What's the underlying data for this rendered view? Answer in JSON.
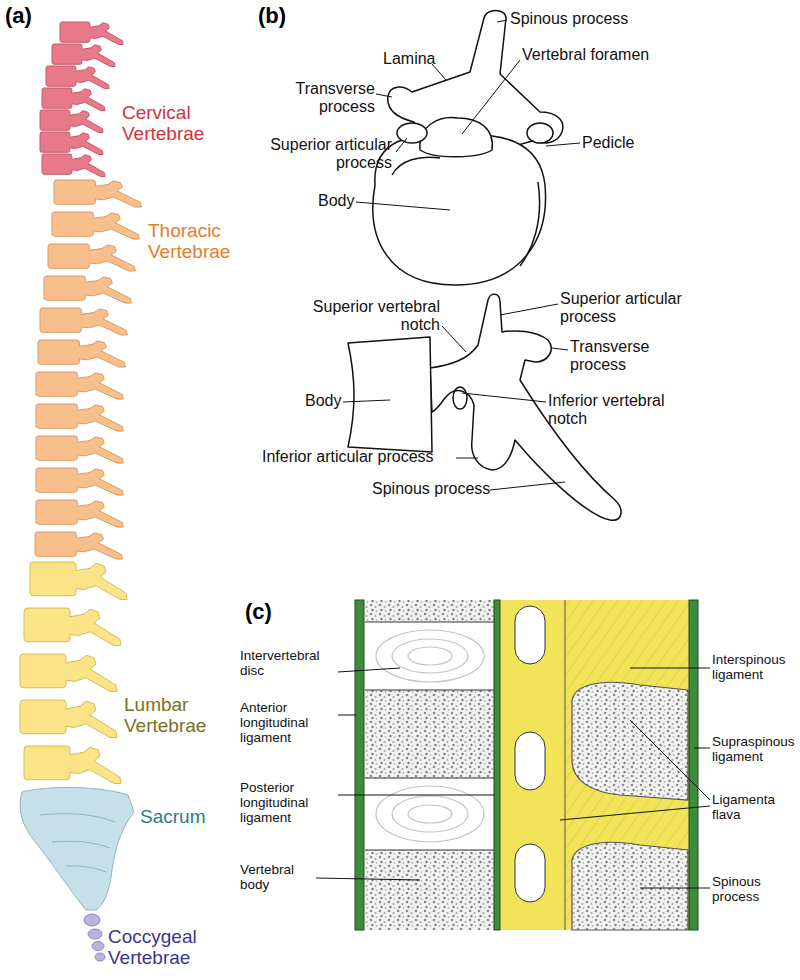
{
  "diagram": {
    "labels": [
      "(a)",
      "Cervical Vertebrae",
      "Thoracic Vertebrae",
      "Lumbar Vertebrae",
      "Sacrum",
      "Coccygeal Vertebrae",
      "(b)",
      "Spinous process",
      "Lamina",
      "Transverse process",
      "Vertebral foramen",
      "Superior articular process",
      "Pedicle",
      "Body",
      "Superior vertebral notch",
      "Superior articular process",
      "Transverse process",
      "Body",
      "Inferior vertebral notch",
      "Inferior articular process",
      "Spinous process",
      "(c)",
      "Intervertebral disc",
      "Anterior longitudinal ligament",
      "Posterior longitudinal ligament",
      "Vertebral body",
      "Interspinous ligament",
      "Supraspinous ligament",
      "Ligamenta flava",
      "Spinous process"
    ]
  }
}
